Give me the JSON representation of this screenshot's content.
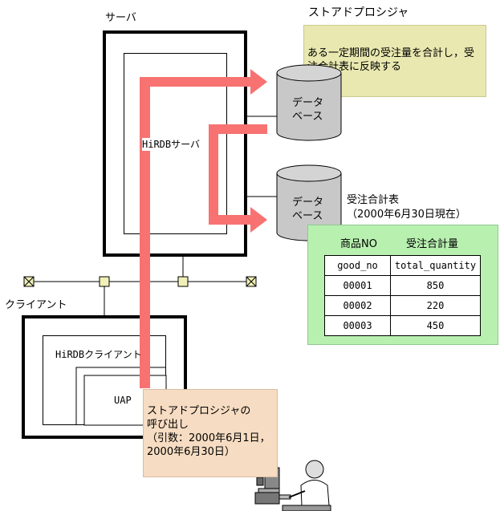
{
  "server": {
    "label": "サーバ",
    "hirdb_server": "HiRDBサーバ"
  },
  "stored_procedure": {
    "label": "ストアドプロシジャ",
    "note": "ある一定期間の受注量を合計し，受注合計表に反映する"
  },
  "database_top": {
    "line1": "データ",
    "line2": "ベース"
  },
  "database_bottom": {
    "line1": "データ",
    "line2": "ベース"
  },
  "order_table": {
    "title": "受注合計表",
    "subtitle": "（2000年6月30日現在）",
    "col1_header": "商品NO",
    "col2_header": "受注合計量",
    "columns": [
      "good_no",
      "total_quantity"
    ],
    "rows": [
      [
        "00001",
        "850"
      ],
      [
        "00002",
        "220"
      ],
      [
        "00003",
        "450"
      ]
    ]
  },
  "client": {
    "label": "クライアント",
    "hirdb_client": "HiRDBクライアント",
    "uap": "UAP"
  },
  "call_note": {
    "line1": "ストアドプロシジャの",
    "line2": "呼び出し",
    "line3": "（引数：2000年6月1日，",
    "line4": "2000年6月30日）"
  },
  "colors": {
    "arrow": "#f87272",
    "note_yellow": "#e8e8b0",
    "note_green": "#b8f0b0",
    "note_peach": "#f6dcc2",
    "cylinder": "#c8c8c8",
    "node": "#f0f0b8"
  }
}
